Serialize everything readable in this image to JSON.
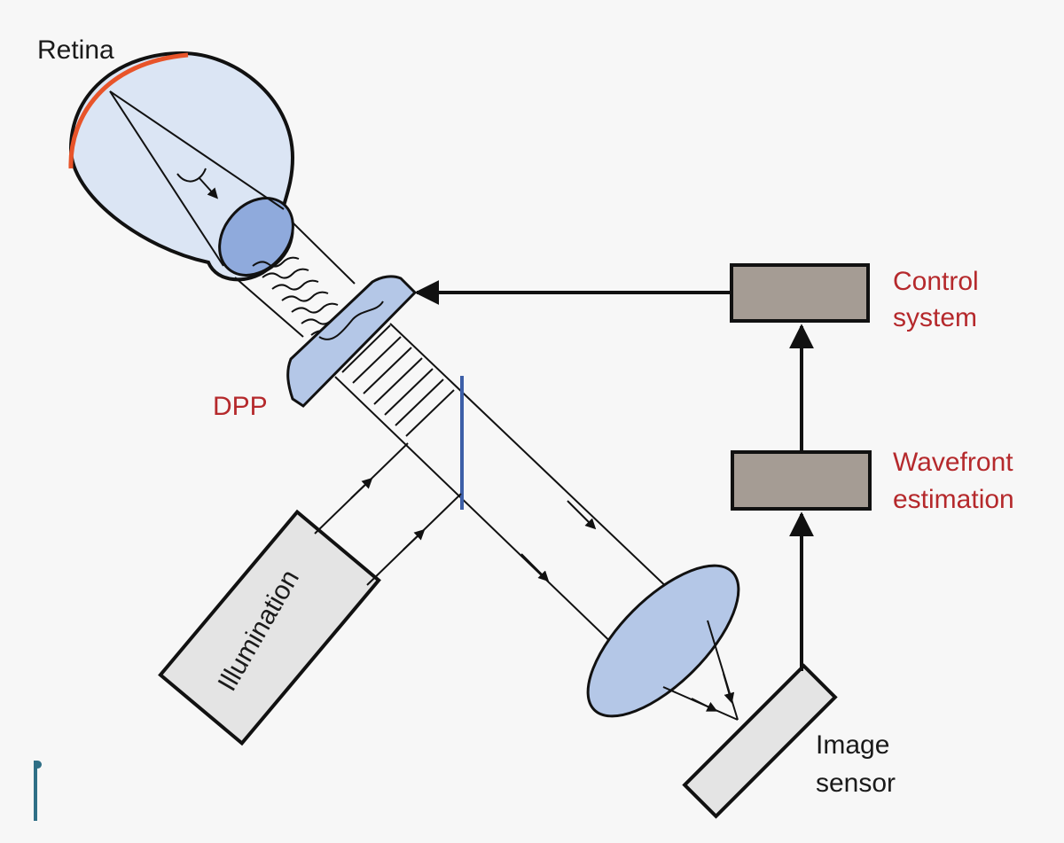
{
  "labels": {
    "retina": "Retina",
    "dpp": "DPP",
    "control_line1": "Control",
    "control_line2": "system",
    "wavefront_line1": "Wavefront",
    "wavefront_line2": "estimation",
    "illumination": "Illumination",
    "sensor_line1": "Image",
    "sensor_line2": "sensor"
  },
  "colors": {
    "background": "#f7f7f7",
    "eye_fill": "#dbe5f4",
    "lens_fill": "#b4c7e7",
    "iris_fill": "#8faadc",
    "retina_arc": "#e8542a",
    "block_fill": "#a59c94",
    "illum_fill": "#e4e4e4",
    "sensor_fill": "#e4e4e4",
    "beamsplitter": "#3d5fa8",
    "label_red": "#b5292c",
    "stroke": "#111111"
  }
}
